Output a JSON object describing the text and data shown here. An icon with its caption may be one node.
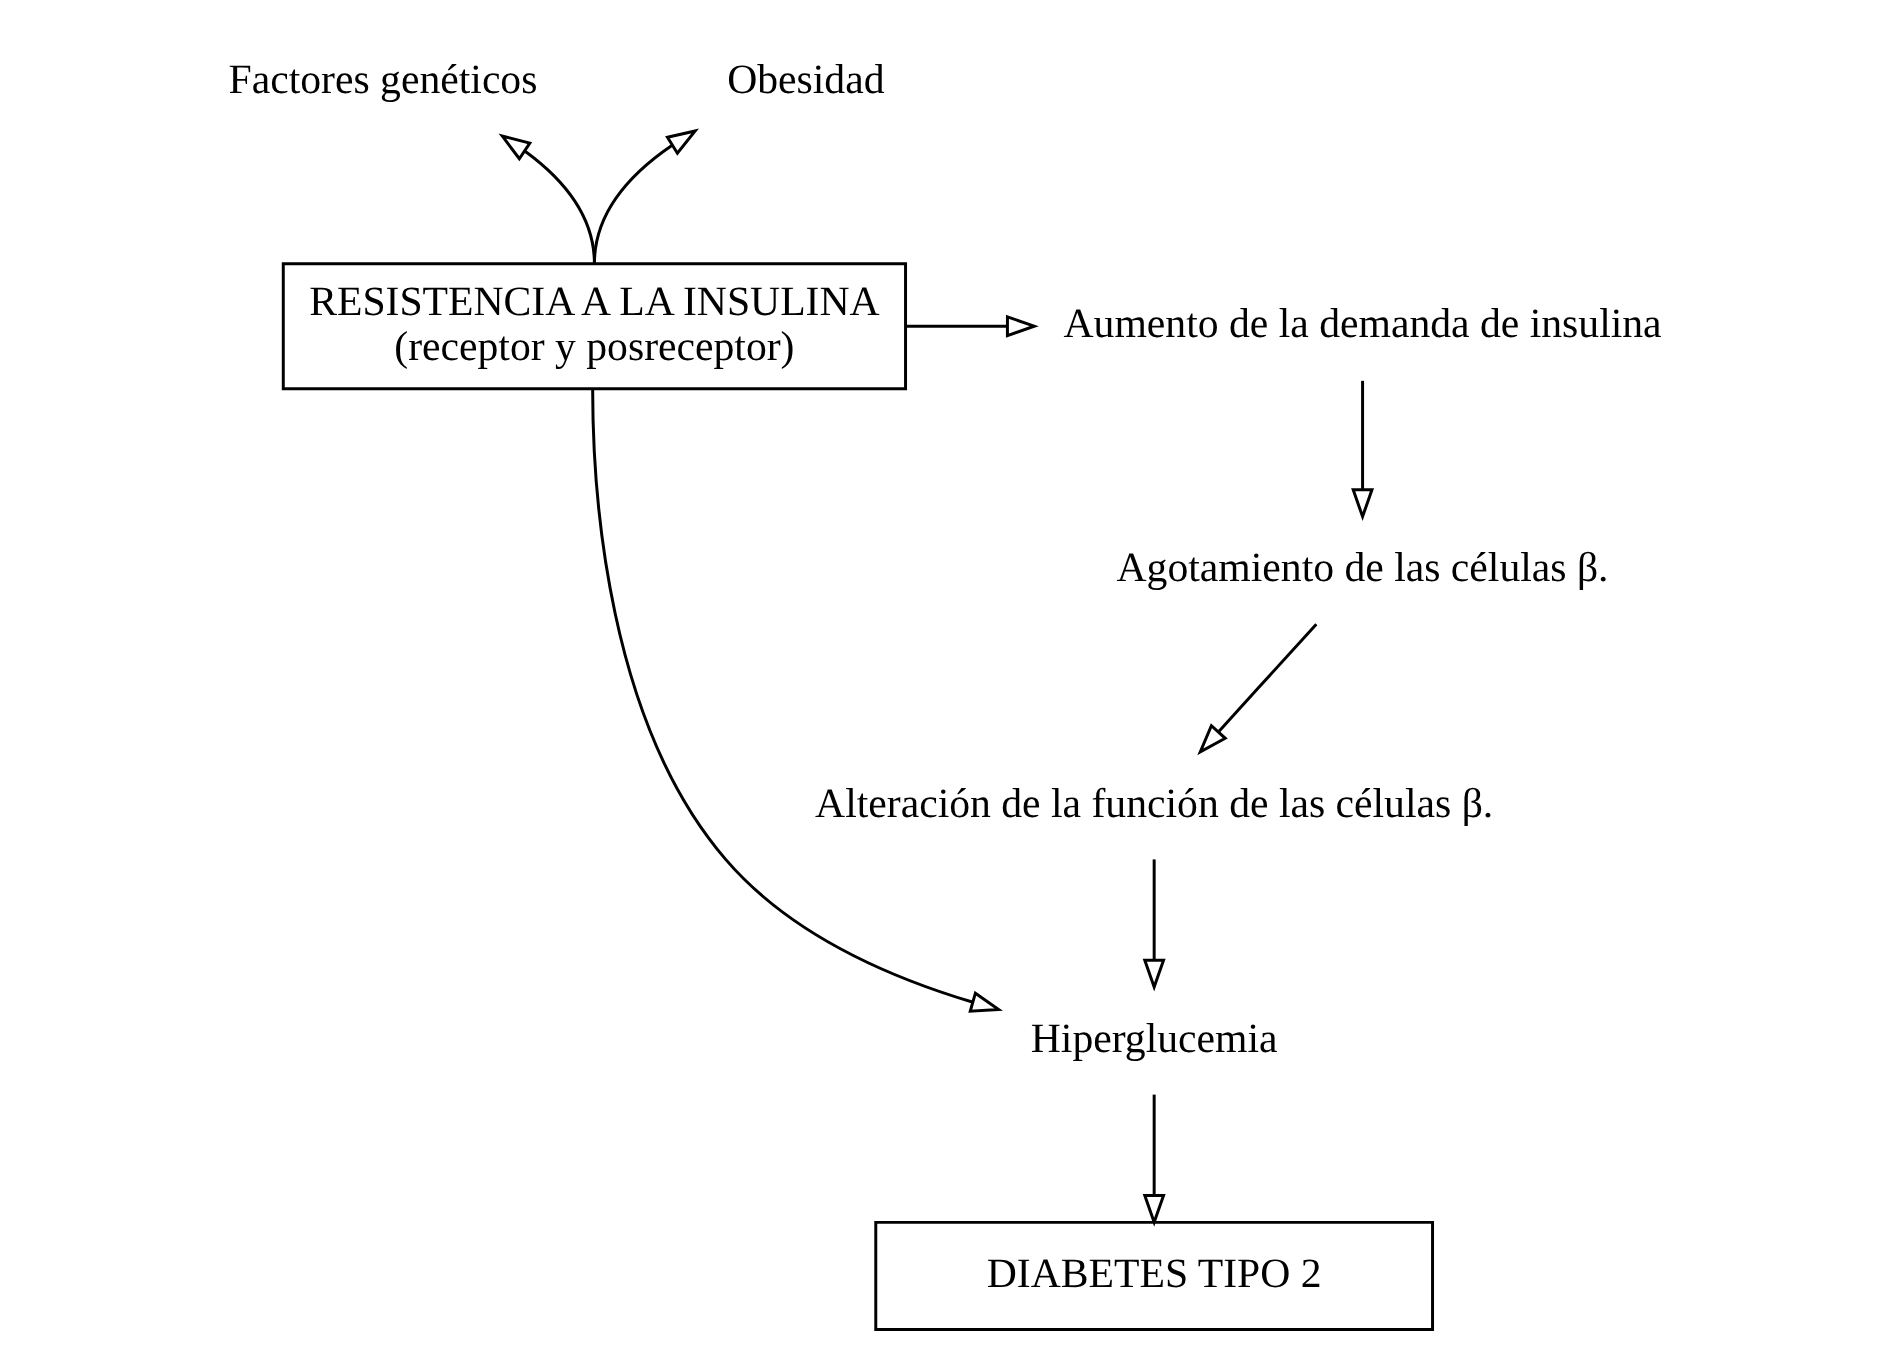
{
  "diagram": {
    "nodes": [
      {
        "text": [
          "Factores genéticos"
        ]
      },
      {
        "text": [
          "Obesidad"
        ]
      },
      {
        "text": [
          "RESISTENCIA A LA INSULINA",
          "(receptor y posreceptor)"
        ]
      },
      {
        "text": [
          "Aumento de la demanda de insulina"
        ]
      },
      {
        "text": [
          "Agotamiento de las células β."
        ]
      },
      {
        "text": [
          "Alteración de la función de las células β."
        ]
      },
      {
        "text": [
          "Hiperglucemia"
        ]
      },
      {
        "text": [
          "DIABETES TIPO 2"
        ]
      }
    ],
    "edges": [
      {
        "from": 2,
        "to": 0,
        "arrow": "to"
      },
      {
        "from": 2,
        "to": 1,
        "arrow": "to"
      },
      {
        "from": 2,
        "to": 3,
        "arrow": "to"
      },
      {
        "from": 3,
        "to": 4,
        "arrow": "to"
      },
      {
        "from": 4,
        "to": 5,
        "arrow": "to"
      },
      {
        "from": 5,
        "to": 6,
        "arrow": "to"
      },
      {
        "from": 2,
        "to": 6,
        "arrow": "to"
      },
      {
        "from": 6,
        "to": 7,
        "arrow": "to"
      }
    ]
  }
}
